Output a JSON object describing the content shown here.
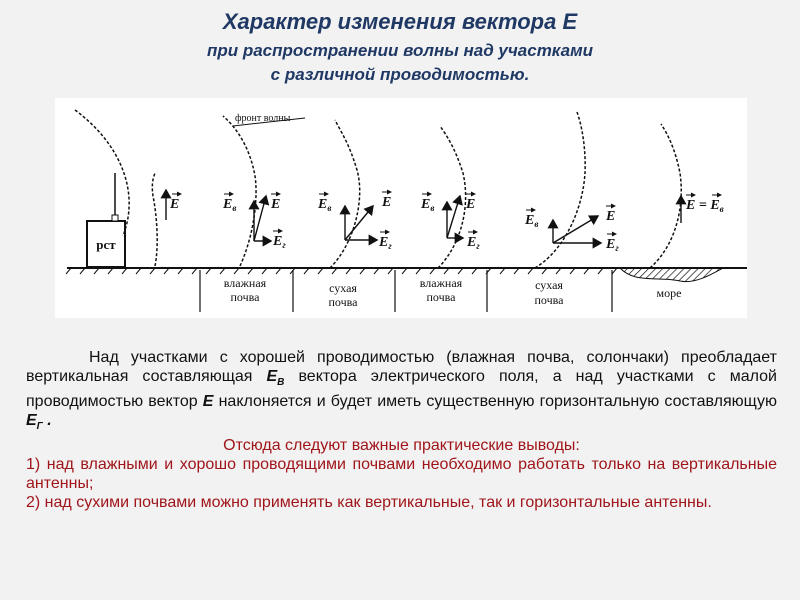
{
  "header": {
    "title": "Характер изменения вектора Е",
    "subtitle_line1": "при распространении волны над участками",
    "subtitle_line2": "с различной проводимостью."
  },
  "figure": {
    "wave_front_label": "фронт волны",
    "station_label": "рст",
    "vector_E": "E",
    "vector_Ev": "Eв",
    "vector_Eg": "Eг",
    "vector_E_eq": "E = Eв",
    "zones": [
      {
        "line1": "влажная",
        "line2": "почва"
      },
      {
        "line1": "сухая",
        "line2": "почва"
      },
      {
        "line1": "влажная",
        "line2": "почва"
      },
      {
        "line1": "сухая",
        "line2": "почва"
      },
      {
        "line1": "море",
        "line2": ""
      }
    ]
  },
  "text": {
    "para1_a": "Над участками с хорошей проводимостью (влажная почва, солончаки) преобладает вертикальная составляющая ",
    "para1_sym1": "E",
    "para1_sym1_sub": "B",
    "para1_b": " вектора электрического поля, а над участками с малой проводимостью вектор ",
    "para1_sym2": "E",
    "para1_c": " наклоняется и будет иметь существенную горизонтальную составляющую ",
    "para1_sym3": "E",
    "para1_sym3_sub": "Г",
    "para1_end": " .",
    "conclusion_heading": "Отсюда следуют важные практические выводы:",
    "item1": "1) над влажными и хорошо проводящими почвами необходимо работать только на вертикальные антенны;",
    "item2": "2) над сухими почвами можно применять как вертикальные, так и горизонтальные антенны."
  }
}
